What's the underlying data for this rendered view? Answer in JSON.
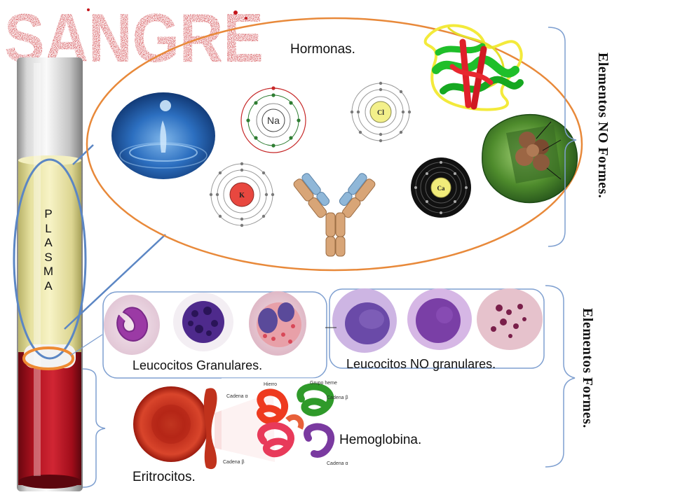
{
  "title": "SANGRE",
  "plasma_letters": [
    "P",
    "L",
    "A",
    "S",
    "M",
    "A"
  ],
  "labels": {
    "hormonas": "Hormonas.",
    "leucocitos_granulares": "Leucocitos Granulares.",
    "leucocitos_no_granulares": "Leucocitos NO granulares.",
    "hemoglobina": "Hemoglobina.",
    "eritrocitos": "Eritrocitos.",
    "elementos_no_formes": "Elementos NO Formes.",
    "elementos_formes": "Elementos Formes."
  },
  "ions": {
    "na": "Na",
    "cl": "Cl",
    "k": "K",
    "ca": "Ca"
  },
  "hemoglobin_labels": {
    "hierro": "Hierro",
    "grupo_heme": "Grupo heme",
    "cadena_alfa_1": "Cadena α",
    "cadena_beta_1": "Cadena β",
    "cadena_beta_2": "Cadena β",
    "cadena_alfa_2": "Cadena α"
  },
  "colors": {
    "title_red": "#c4161c",
    "blood_red": "#a10d1a",
    "plasma_yellow": "#efe9a8",
    "orange_outline": "#e8893a",
    "blue_outline": "#5b86c4",
    "bracket_blue": "#7e9fd0"
  }
}
